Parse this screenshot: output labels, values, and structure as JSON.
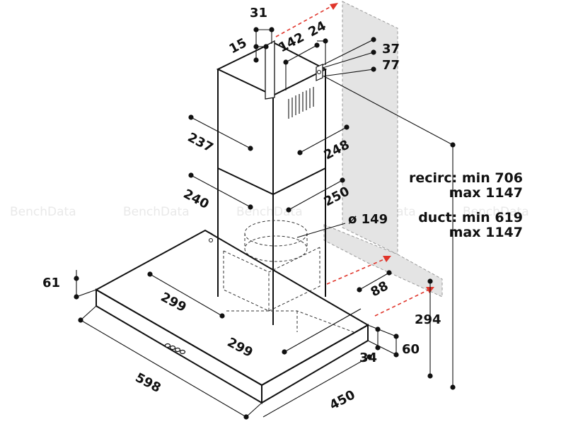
{
  "watermark": "BenchData",
  "dims": {
    "d31": "31",
    "d15": "15",
    "d142": "142",
    "d24": "24",
    "d37": "37",
    "d77": "77",
    "d237": "237",
    "d248": "248",
    "d240": "240",
    "d250": "250",
    "d149": "ø 149",
    "d61": "61",
    "d299a": "299",
    "d299b": "299",
    "d88": "88",
    "d294": "294",
    "d34": "34",
    "d60": "60",
    "d598": "598",
    "d450": "450"
  },
  "notes": {
    "recirc_1": "recirc: min 706",
    "recirc_2": "max 1147",
    "duct_1": "duct: min 619",
    "duct_2": "max 1147"
  },
  "colors": {
    "wall": "#e4e4e4",
    "arrow": "#e0352b"
  }
}
